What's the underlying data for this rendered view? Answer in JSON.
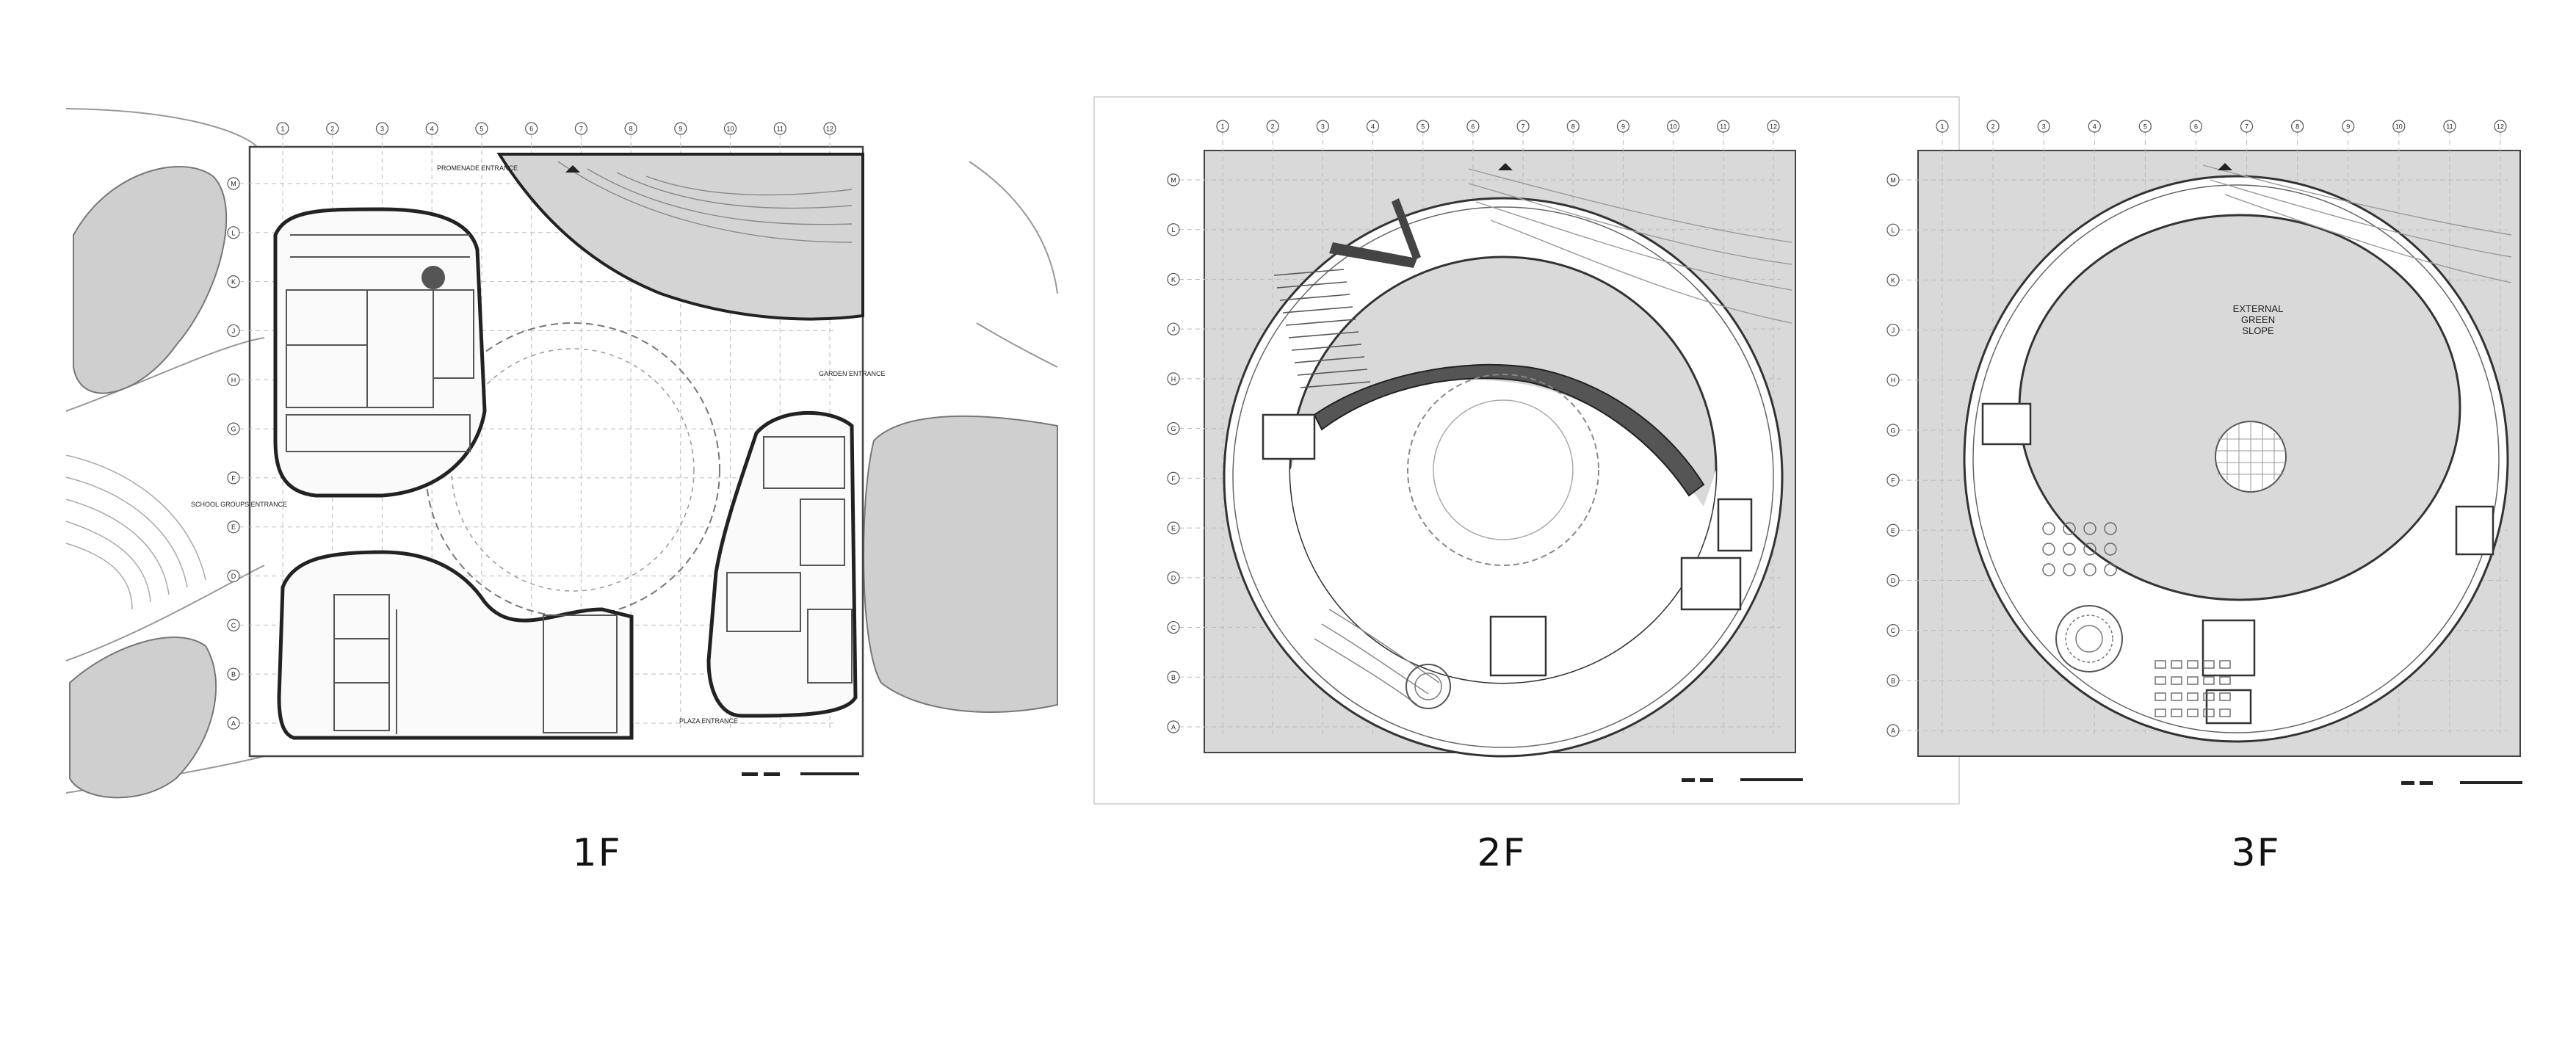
{
  "plans": [
    {
      "floor_label": "1F",
      "annotations": [
        "PROMENADE ENTRANCE",
        "GARDEN ENTRANCE",
        "SCHOOL GROUPS ENTRANCE",
        "PLAZA ENTRANCE"
      ]
    },
    {
      "floor_label": "2F",
      "annotations": []
    },
    {
      "floor_label": "3F",
      "annotations": [
        "EXTERNAL",
        "GREEN",
        "SLOPE"
      ]
    }
  ],
  "grid_columns": [
    "1",
    "2",
    "3",
    "4",
    "5",
    "6",
    "7",
    "8",
    "9",
    "10",
    "11",
    "12"
  ],
  "grid_rows": [
    "M",
    "L",
    "K",
    "J",
    "H",
    "G",
    "F",
    "E",
    "D",
    "C",
    "B",
    "A"
  ],
  "colors": {
    "shaded_area": "#d9d9d9",
    "line": "#333333",
    "grid": "#b8b8b8",
    "background": "#ffffff"
  }
}
